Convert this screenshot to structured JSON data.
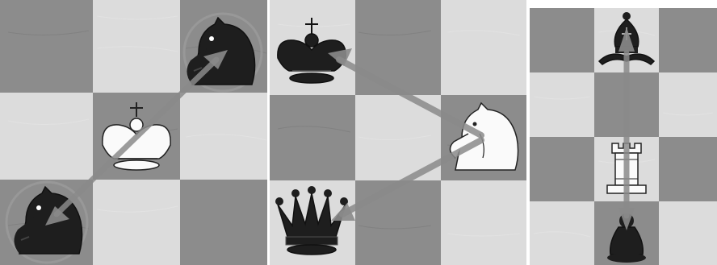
{
  "panels": [
    {
      "id": "panel-1",
      "pieces": [
        {
          "piece": "black-knight-icon",
          "square": "top-right",
          "highlighted": true
        },
        {
          "piece": "white-king-icon",
          "square": "center"
        },
        {
          "piece": "black-knight-icon",
          "square": "bottom-left",
          "highlighted": true
        }
      ],
      "arrows": [
        {
          "from": "bottom-left",
          "to": "top-right",
          "bidirectional": true
        }
      ]
    },
    {
      "id": "panel-2",
      "pieces": [
        {
          "piece": "black-king-icon",
          "square": "top-left"
        },
        {
          "piece": "white-knight-icon",
          "square": "middle-right"
        },
        {
          "piece": "black-queen-icon",
          "square": "bottom-left"
        }
      ],
      "arrows": [
        {
          "from": "middle-right",
          "to": "top-left"
        },
        {
          "from": "middle-right",
          "to": "bottom-left"
        }
      ]
    },
    {
      "id": "panel-3",
      "pieces": [
        {
          "piece": "black-bishop-icon",
          "square": "top-center"
        },
        {
          "piece": "white-rook-icon",
          "square": "center"
        },
        {
          "piece": "black-pawn-icon",
          "square": "bottom-center"
        }
      ],
      "arrows": [
        {
          "from": "bottom-center",
          "to": "top-center",
          "bidirectional": true
        }
      ]
    }
  ],
  "colors": {
    "dark_square": "#8c8c8c",
    "light_square": "#dcdcdc",
    "arrow": "#8a8a8a",
    "black_piece": "#1e1e1e",
    "white_piece": "#fafafa"
  }
}
